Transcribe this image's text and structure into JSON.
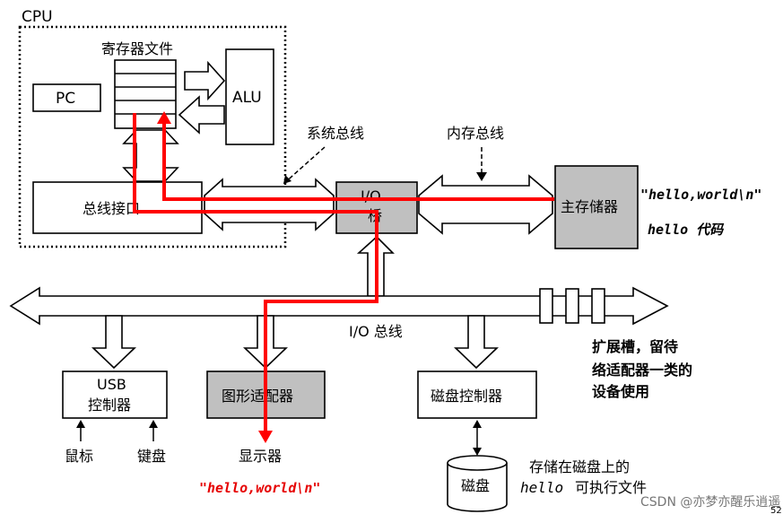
{
  "labels": {
    "cpu": "CPU",
    "register_file": "寄存器文件",
    "pc": "PC",
    "alu": "ALU",
    "system_bus": "系统总线",
    "memory_bus": "内存总线",
    "bus_interface": "总线接口",
    "io_bridge_line1": "I/O",
    "io_bridge_line2": "桥",
    "main_memory": "主存储器",
    "hello_world_mem": "\"hello,world\\n\"",
    "hello_code": "hello 代码",
    "io_bus": "I/O 总线",
    "expansion_line1": "扩展槽，留待",
    "expansion_line2": "络适配器一类的",
    "expansion_line3": "设备使用",
    "usb_line1": "USB",
    "usb_line2": "控制器",
    "graphics_adapter": "图形适配器",
    "disk_controller": "磁盘控制器",
    "mouse": "鼠标",
    "keyboard": "键盘",
    "display": "显示器",
    "hello_world_display": "\"hello,world\\n\"",
    "disk": "磁盘",
    "disk_note_line1": "存储在磁盘上的",
    "disk_note_line2_mono": "hello",
    "disk_note_line2_rest": "可执行文件",
    "watermark": "CSDN @亦梦亦醒乐逍遥",
    "page_corner": "52"
  },
  "colors": {
    "data_path": "#ff0000",
    "gray_box": "#c0c0c0",
    "outline": "#000000"
  }
}
